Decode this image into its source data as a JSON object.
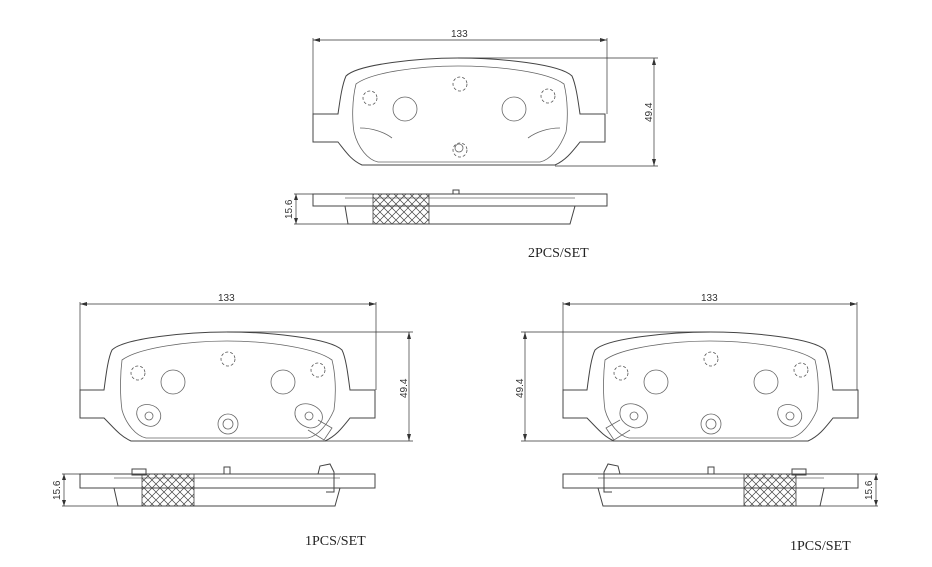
{
  "diagram": {
    "top": {
      "width_label": "133",
      "height_label": "49.4",
      "thickness_label": "15.6",
      "set_label": "2PCS/SET"
    },
    "bottom_left": {
      "width_label": "133",
      "height_label": "49.4",
      "thickness_label": "15.6",
      "set_label": "1PCS/SET"
    },
    "bottom_right": {
      "width_label": "133",
      "height_label": "49.4",
      "thickness_label": "15.6",
      "set_label": "1PCS/SET"
    }
  }
}
